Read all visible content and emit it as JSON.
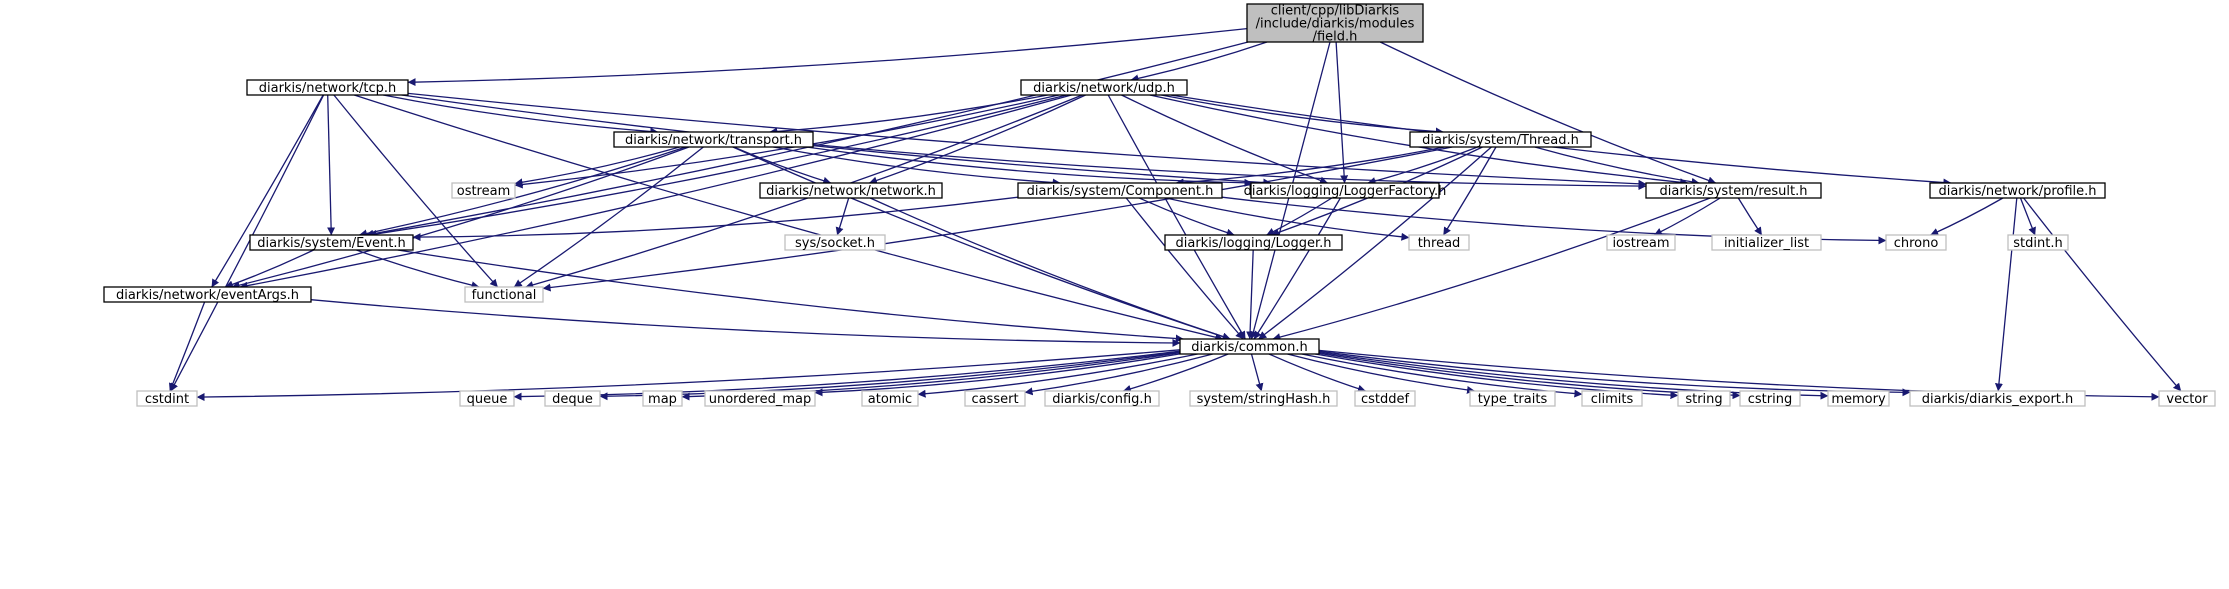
{
  "colors": {
    "edge": "#191970",
    "root_fill": "#bfbfbf",
    "box_border": "#000000",
    "external_border": "#bfbfbf"
  },
  "nodes": [
    {
      "id": "field",
      "lines": [
        "client/cpp/libDiarkis",
        "/include/diarkis/modules",
        "/field.h"
      ],
      "kind": "root"
    },
    {
      "id": "tcp",
      "lines": [
        "diarkis/network/tcp.h"
      ],
      "kind": "internal"
    },
    {
      "id": "udp",
      "lines": [
        "diarkis/network/udp.h"
      ],
      "kind": "internal"
    },
    {
      "id": "transport",
      "lines": [
        "diarkis/network/transport.h"
      ],
      "kind": "internal"
    },
    {
      "id": "thread_h",
      "lines": [
        "diarkis/system/Thread.h"
      ],
      "kind": "internal"
    },
    {
      "id": "network",
      "lines": [
        "diarkis/network/network.h"
      ],
      "kind": "internal"
    },
    {
      "id": "component",
      "lines": [
        "diarkis/system/Component.h"
      ],
      "kind": "internal"
    },
    {
      "id": "loggerfactory",
      "lines": [
        "diarkis/logging/LoggerFactory.h"
      ],
      "kind": "internal"
    },
    {
      "id": "result",
      "lines": [
        "diarkis/system/result.h"
      ],
      "kind": "internal"
    },
    {
      "id": "profile",
      "lines": [
        "diarkis/network/profile.h"
      ],
      "kind": "internal"
    },
    {
      "id": "event",
      "lines": [
        "diarkis/system/Event.h"
      ],
      "kind": "internal"
    },
    {
      "id": "logger",
      "lines": [
        "diarkis/logging/Logger.h"
      ],
      "kind": "internal"
    },
    {
      "id": "eventargs",
      "lines": [
        "diarkis/network/eventArgs.h"
      ],
      "kind": "internal"
    },
    {
      "id": "common",
      "lines": [
        "diarkis/common.h"
      ],
      "kind": "internal"
    },
    {
      "id": "ostream",
      "lines": [
        "ostream"
      ],
      "kind": "external"
    },
    {
      "id": "socket",
      "lines": [
        "sys/socket.h"
      ],
      "kind": "external"
    },
    {
      "id": "thread",
      "lines": [
        "thread"
      ],
      "kind": "external"
    },
    {
      "id": "iostream",
      "lines": [
        "iostream"
      ],
      "kind": "external"
    },
    {
      "id": "initlist",
      "lines": [
        "initializer_list"
      ],
      "kind": "external"
    },
    {
      "id": "chrono",
      "lines": [
        "chrono"
      ],
      "kind": "external"
    },
    {
      "id": "stdint",
      "lines": [
        "stdint.h"
      ],
      "kind": "external"
    },
    {
      "id": "functional",
      "lines": [
        "functional"
      ],
      "kind": "external"
    },
    {
      "id": "cstdint",
      "lines": [
        "cstdint"
      ],
      "kind": "external"
    },
    {
      "id": "queue",
      "lines": [
        "queue"
      ],
      "kind": "external"
    },
    {
      "id": "deque",
      "lines": [
        "deque"
      ],
      "kind": "external"
    },
    {
      "id": "map",
      "lines": [
        "map"
      ],
      "kind": "external"
    },
    {
      "id": "umap",
      "lines": [
        "unordered_map"
      ],
      "kind": "external"
    },
    {
      "id": "atomic",
      "lines": [
        "atomic"
      ],
      "kind": "external"
    },
    {
      "id": "cassert",
      "lines": [
        "cassert"
      ],
      "kind": "external"
    },
    {
      "id": "config",
      "lines": [
        "diarkis/config.h"
      ],
      "kind": "external"
    },
    {
      "id": "stringhash",
      "lines": [
        "system/stringHash.h"
      ],
      "kind": "external"
    },
    {
      "id": "cstddef",
      "lines": [
        "cstddef"
      ],
      "kind": "external"
    },
    {
      "id": "typetraits",
      "lines": [
        "type_traits"
      ],
      "kind": "external"
    },
    {
      "id": "climits",
      "lines": [
        "climits"
      ],
      "kind": "external"
    },
    {
      "id": "string",
      "lines": [
        "string"
      ],
      "kind": "external"
    },
    {
      "id": "cstring",
      "lines": [
        "cstring"
      ],
      "kind": "external"
    },
    {
      "id": "memory",
      "lines": [
        "memory"
      ],
      "kind": "external"
    },
    {
      "id": "diarkisexport",
      "lines": [
        "diarkis/diarkis_export.h"
      ],
      "kind": "external"
    },
    {
      "id": "vector",
      "lines": [
        "vector"
      ],
      "kind": "external"
    }
  ],
  "edges": [
    [
      "field",
      "tcp"
    ],
    [
      "field",
      "udp"
    ],
    [
      "field",
      "loggerfactory"
    ],
    [
      "field",
      "result"
    ],
    [
      "field",
      "event"
    ],
    [
      "field",
      "common"
    ],
    [
      "tcp",
      "transport"
    ],
    [
      "tcp",
      "loggerfactory"
    ],
    [
      "tcp",
      "result"
    ],
    [
      "tcp",
      "event"
    ],
    [
      "tcp",
      "eventargs"
    ],
    [
      "tcp",
      "common"
    ],
    [
      "tcp",
      "functional"
    ],
    [
      "tcp",
      "cstdint"
    ],
    [
      "udp",
      "transport"
    ],
    [
      "udp",
      "thread_h"
    ],
    [
      "udp",
      "network"
    ],
    [
      "udp",
      "loggerfactory"
    ],
    [
      "udp",
      "result"
    ],
    [
      "udp",
      "profile"
    ],
    [
      "udp",
      "event"
    ],
    [
      "udp",
      "eventargs"
    ],
    [
      "udp",
      "common"
    ],
    [
      "udp",
      "ostream"
    ],
    [
      "udp",
      "functional"
    ],
    [
      "transport",
      "network"
    ],
    [
      "transport",
      "component"
    ],
    [
      "transport",
      "loggerfactory"
    ],
    [
      "transport",
      "result"
    ],
    [
      "transport",
      "event"
    ],
    [
      "transport",
      "eventargs"
    ],
    [
      "transport",
      "common"
    ],
    [
      "transport",
      "ostream"
    ],
    [
      "transport",
      "functional"
    ],
    [
      "thread_h",
      "component"
    ],
    [
      "thread_h",
      "loggerfactory"
    ],
    [
      "thread_h",
      "result"
    ],
    [
      "thread_h",
      "logger"
    ],
    [
      "thread_h",
      "common"
    ],
    [
      "thread_h",
      "thread"
    ],
    [
      "thread_h",
      "functional"
    ],
    [
      "network",
      "socket"
    ],
    [
      "network",
      "common"
    ],
    [
      "component",
      "event"
    ],
    [
      "component",
      "logger"
    ],
    [
      "component",
      "common"
    ],
    [
      "component",
      "thread"
    ],
    [
      "component",
      "chrono"
    ],
    [
      "loggerfactory",
      "logger"
    ],
    [
      "loggerfactory",
      "common"
    ],
    [
      "result",
      "common"
    ],
    [
      "result",
      "iostream"
    ],
    [
      "result",
      "initlist"
    ],
    [
      "profile",
      "chrono"
    ],
    [
      "profile",
      "stdint"
    ],
    [
      "profile",
      "vector"
    ],
    [
      "profile",
      "diarkisexport"
    ],
    [
      "event",
      "eventargs"
    ],
    [
      "event",
      "common"
    ],
    [
      "event",
      "functional"
    ],
    [
      "logger",
      "common"
    ],
    [
      "eventargs",
      "common"
    ],
    [
      "eventargs",
      "cstdint"
    ],
    [
      "common",
      "cstdint"
    ],
    [
      "common",
      "queue"
    ],
    [
      "common",
      "deque"
    ],
    [
      "common",
      "map"
    ],
    [
      "common",
      "umap"
    ],
    [
      "common",
      "atomic"
    ],
    [
      "common",
      "cassert"
    ],
    [
      "common",
      "config"
    ],
    [
      "common",
      "stringhash"
    ],
    [
      "common",
      "cstddef"
    ],
    [
      "common",
      "typetraits"
    ],
    [
      "common",
      "climits"
    ],
    [
      "common",
      "string"
    ],
    [
      "common",
      "cstring"
    ],
    [
      "common",
      "memory"
    ],
    [
      "common",
      "diarkisexport"
    ],
    [
      "common",
      "vector"
    ]
  ]
}
